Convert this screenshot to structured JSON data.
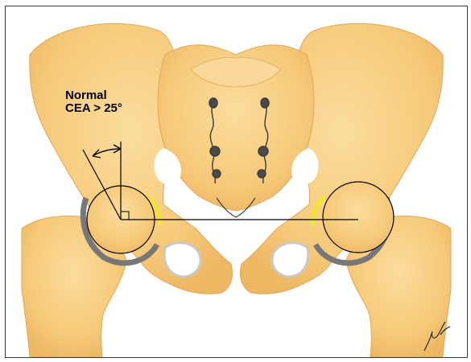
{
  "annotation": {
    "line1": "Normal",
    "line2": "CEA > 25°"
  },
  "colors": {
    "bone": "#F6C978",
    "bone_light": "#FAD99A",
    "bone_shadow": "#E6B060",
    "cartilage_yellow": "#F2E33A",
    "labrum_gray": "#8A8A8A",
    "line": "#000000"
  },
  "signature": "Lisa Clark"
}
